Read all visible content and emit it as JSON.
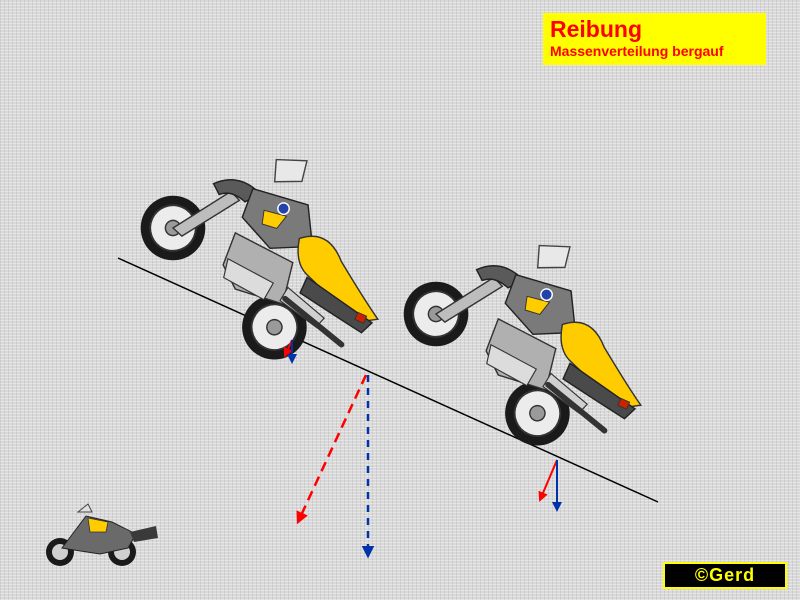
{
  "title": {
    "main": "Reibung",
    "sub": "Massenverteilung bergauf"
  },
  "logo": {
    "text": "©Gerd"
  },
  "colors": {
    "background": "#d9d9d9",
    "title_bg": "#ffff00",
    "title_text": "#ff0000",
    "force_red": "#ff0000",
    "force_blue": "#0033aa",
    "motorcycle_yellow": "#ffcc00",
    "slope_line": "#000000"
  },
  "icons": [
    "motorcycle-icon",
    "force-arrow-icon",
    "copyright-icon"
  ]
}
